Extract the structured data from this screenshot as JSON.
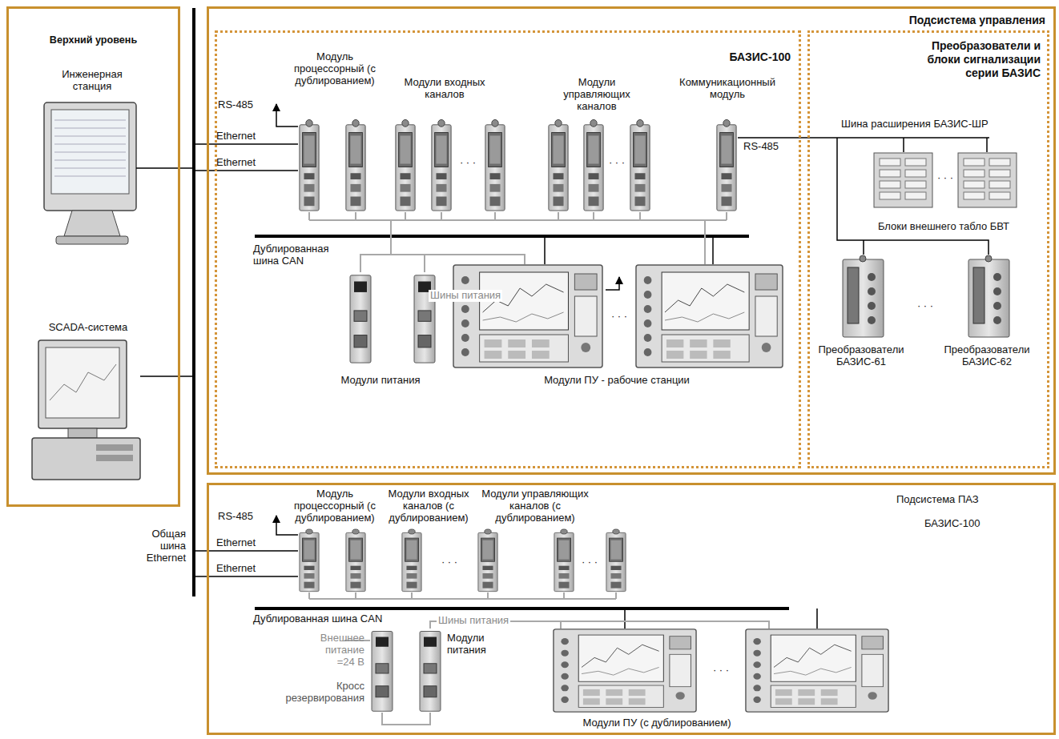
{
  "diagram": {
    "nodes": [
      {
        "text": [
          "Верхний уровень"
        ]
      },
      {
        "text": [
          "Подсистема управления"
        ]
      },
      {
        "text": [
          "БАЗИС-100"
        ],
        "in": 1
      },
      {
        "text": [
          "Преобразователи и блоки сигнализации серии БАЗИС"
        ],
        "in": 1
      },
      {
        "text": [
          "Подсистема ПАЗ",
          "БАЗИС-100"
        ]
      }
    ],
    "labels": [
      "Инженерная станция",
      "SCADA-система",
      "Общая шина Ethernet",
      "Модуль процессорный (с дублированием)",
      "RS-485",
      "Ethernet",
      "Ethernet",
      "Модули входных каналов",
      "· · ·",
      "Модули управляющих каналов",
      "· · ·",
      "Коммуникационный модуль",
      "RS-485",
      "Дублированная шина CAN",
      "Шины питания",
      "Модули питания",
      "Модули ПУ - рабочие станции",
      "· · ·",
      "Шина расширения БАЗИС-ШР",
      "· · ·",
      "Блоки внешнего табло БВТ",
      "Преобразователи БАЗИС-61",
      "· · ·",
      "Преобразователи БАЗИС-62",
      "Модуль процессорный (с дублированием)",
      "Модули входных каналов (с дублированием)",
      "Модули управляющих каналов (с дублированием)",
      "RS-485",
      "Ethernet",
      "Ethernet",
      "· · ·",
      "· · ·",
      "Дублированная шина CAN",
      "Шины питания",
      "Внешнее питание =24 В",
      "Кросс резервирования",
      "Модули питания",
      "· · ·",
      "Модули ПУ (с дублированием)"
    ]
  }
}
